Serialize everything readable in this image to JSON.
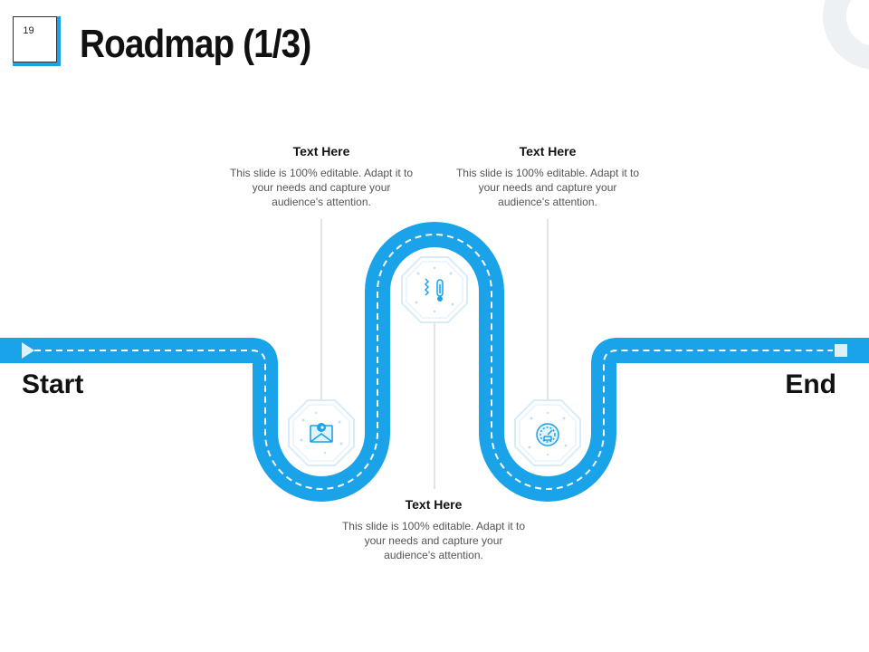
{
  "slide": {
    "number": "19",
    "title": "Roadmap (1/3)"
  },
  "labels": {
    "start": "Start",
    "end": "End"
  },
  "milestones": [
    {
      "title": "Text Here",
      "body": "This slide is 100% editable. Adapt it to your needs and capture your audience's attention.",
      "icon": "envelope-icon"
    },
    {
      "title": "Text Here",
      "body": "This slide is 100% editable. Adapt it to your needs and capture your audience's attention.",
      "icon": "temperature-icon"
    },
    {
      "title": "Text Here",
      "body": "This slide is 100% editable. Adapt it to your needs and capture your audience's attention.",
      "icon": "gauge-icon"
    }
  ],
  "colors": {
    "road": "#1aa3e8",
    "accent": "#1aa3e8",
    "ring": "#eef1f4",
    "octagon_stroke": "#d7ecf8",
    "leader_line": "#c8c8c8"
  }
}
